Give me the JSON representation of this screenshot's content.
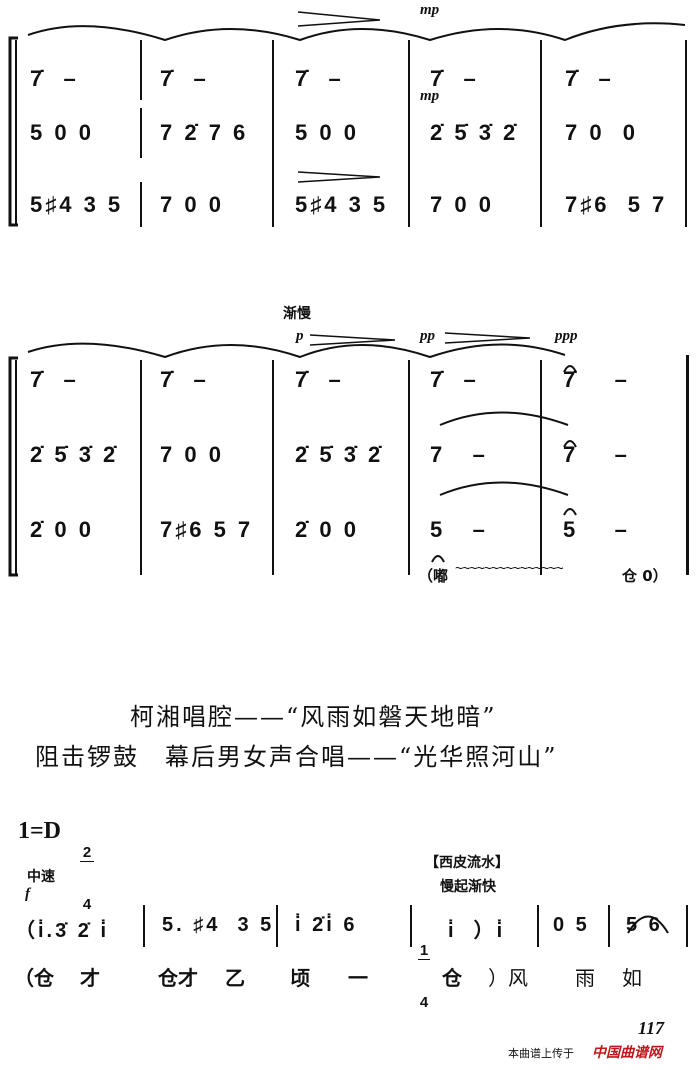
{
  "system1": {
    "dynamics": [
      "mp",
      "mp"
    ],
    "rows": [
      [
        "7̇  –",
        "7̇  –",
        "7̇  –",
        "7̇  –",
        "7̇  –"
      ],
      [
        "5 0 0",
        "7 2̇ 7 6",
        "5 0 0",
        "2̇ 5̇ 3̇ 2̇",
        "7 0  0"
      ],
      [
        "5♯4 3 5",
        "7 0 0",
        "5♯4 3 5",
        "7 0 0",
        "7♯6  5 7"
      ]
    ]
  },
  "system2": {
    "tempo": "渐慢",
    "dynamics": [
      "p",
      "pp",
      "ppp"
    ],
    "rows": [
      [
        "7̇  –",
        "7̇  –",
        "7̇  –",
        "7̇  –",
        "7̇    –"
      ],
      [
        "2̇ 5̇ 3̇ 2̇",
        "7 0 0",
        "2̇ 5̇ 3̇ 2̇",
        "7   –",
        "7    –"
      ],
      [
        "2̇ 0 0",
        "7♯6 5 7",
        "2̇ 0 0",
        "5   –",
        "5    –"
      ]
    ],
    "percussion": {
      "open": "（嘟",
      "trill": "~~~~~~~~~~~~~~~",
      "close": "仓 0）"
    }
  },
  "titles": [
    "柯湘唱腔——“风雨如磐天地暗”",
    "阻击锣鼓　幕后男女声合唱——“光华照河山”"
  ],
  "section3": {
    "key": "1=D",
    "time_top": "2",
    "time_bottom": "4",
    "tempo": "中速",
    "dynamic": "f",
    "banqiang": "【西皮流水】",
    "tempo2": "慢起渐快",
    "measures": [
      "（i̇.3̇ 2̇ i̇",
      "5. ♯4  3 5",
      "i̇ 2̇i̇ 6",
      "i̇  ）i̇",
      "0 5",
      "5 6"
    ],
    "time2_top": "1",
    "time2_bottom": "4",
    "lyrics": [
      "（仓",
      "才",
      "仓才",
      "乙",
      "顷",
      "一",
      "仓",
      "）风",
      "雨",
      "如"
    ]
  },
  "page_number": "117",
  "footer": {
    "text": "本曲谱上传于",
    "logo": "中国曲谱网"
  }
}
